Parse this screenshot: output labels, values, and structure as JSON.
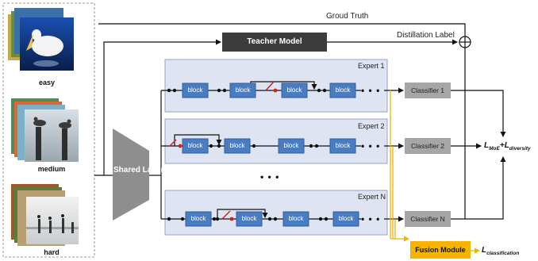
{
  "inputs": {
    "easy": "easy",
    "medium": "medium",
    "hard": "hard"
  },
  "edges": {
    "ground_truth": "Groud Truth",
    "distillation_label": "Distillation Label"
  },
  "teacher_model": "Teacher Model",
  "shared_layer": "Shared Layer",
  "experts": [
    {
      "title": "Expert 1",
      "classifier": "Classifier 1"
    },
    {
      "title": "Expert 2",
      "classifier": "Classifier 2"
    },
    {
      "title": "Expert N",
      "classifier": "Classifier N"
    }
  ],
  "block_label": "block",
  "ellipsis": "• • •",
  "fusion_module": "Fusion Module",
  "loss_moe": {
    "main": "L",
    "sub": "MoE"
  },
  "loss_plus": "+",
  "loss_diversity": {
    "main": "L",
    "sub": "diversity"
  },
  "loss_classification": {
    "main": "L",
    "sub": "classification"
  },
  "colors": {
    "block_fill": "#4a7cc2",
    "block_stroke": "#2f5e9e",
    "expert_bg": "#dfe4f2",
    "expert_border": "#9aa5c4",
    "classifier_fill": "#a6a6a6",
    "teacher_fill": "#3c3c3c",
    "shared_fill": "#8e8e8e",
    "fusion_fill": "#f4b400",
    "fusion_line": "#f2b200",
    "switch_red": "#d22020"
  }
}
